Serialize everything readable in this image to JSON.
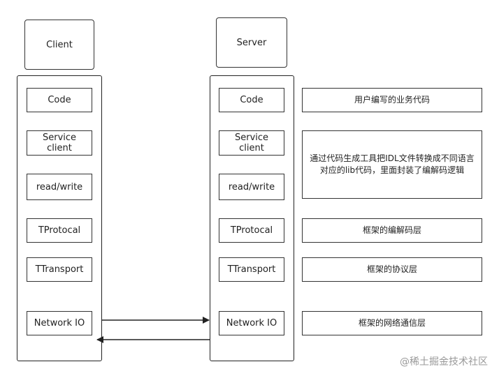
{
  "client": {
    "title": "Client",
    "layers": [
      "Code",
      "Service\nclient",
      "read/write",
      "TProtocal",
      "TTransport",
      "Network IO"
    ]
  },
  "server": {
    "title": "Server",
    "layers": [
      "Code",
      "Service\nclient",
      "read/write",
      "TProtocal",
      "TTransport",
      "Network IO"
    ]
  },
  "notes": [
    "用户编写的业务代码",
    "通过代码生成工具把IDL文件转换成不同语言对应的lib代码，里面封装了编解码逻辑",
    "框架的编解码层",
    "框架的协议层",
    "框架的网络通信层"
  ],
  "watermark": "@稀土掘金技术社区"
}
